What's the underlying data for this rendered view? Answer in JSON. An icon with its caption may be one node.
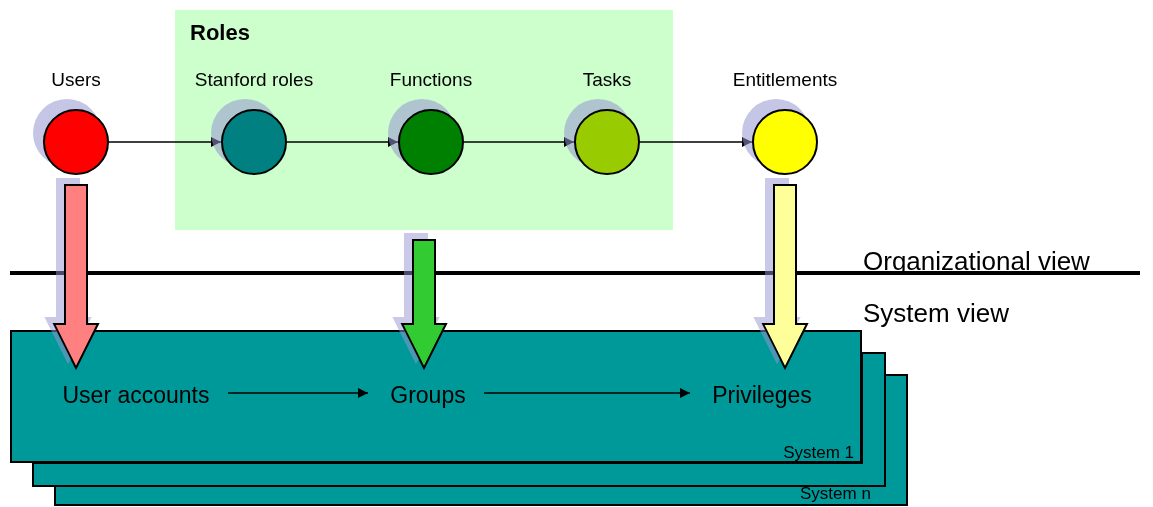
{
  "diagram": {
    "nodes": [
      {
        "text": [
          "Roles"
        ]
      },
      {
        "text": [
          "Users"
        ]
      },
      {
        "text": [
          "Stanford roles"
        ],
        "in": 0
      },
      {
        "text": [
          "Functions"
        ],
        "in": 0
      },
      {
        "text": [
          "Tasks"
        ],
        "in": 0
      },
      {
        "text": [
          "Entitlements"
        ]
      },
      {
        "text": [
          "System 1"
        ]
      },
      {
        "text": [
          "User accounts"
        ],
        "in": 6
      },
      {
        "text": [
          "Groups"
        ],
        "in": 6
      },
      {
        "text": [
          "Privileges"
        ],
        "in": 6
      }
    ],
    "edges": [
      {
        "from": 1,
        "to": 2,
        "arrow": "to"
      },
      {
        "from": 2,
        "to": 3,
        "arrow": "to"
      },
      {
        "from": 3,
        "to": 4,
        "arrow": "to"
      },
      {
        "from": 4,
        "to": 5,
        "arrow": "to"
      },
      {
        "from": 7,
        "to": 8,
        "arrow": "to"
      },
      {
        "from": 8,
        "to": 9,
        "arrow": "to"
      },
      {
        "from": 1,
        "to": 7,
        "arrow": "to",
        "style": "thick",
        "color": "#ff8080"
      },
      {
        "from": 0,
        "to": 8,
        "arrow": "to",
        "style": "thick",
        "color": "#33cc33"
      },
      {
        "from": 5,
        "to": 9,
        "arrow": "to",
        "style": "thick",
        "color": "#ffff99"
      }
    ],
    "labels": [
      "Organizational view",
      "System view",
      "System n"
    ]
  }
}
